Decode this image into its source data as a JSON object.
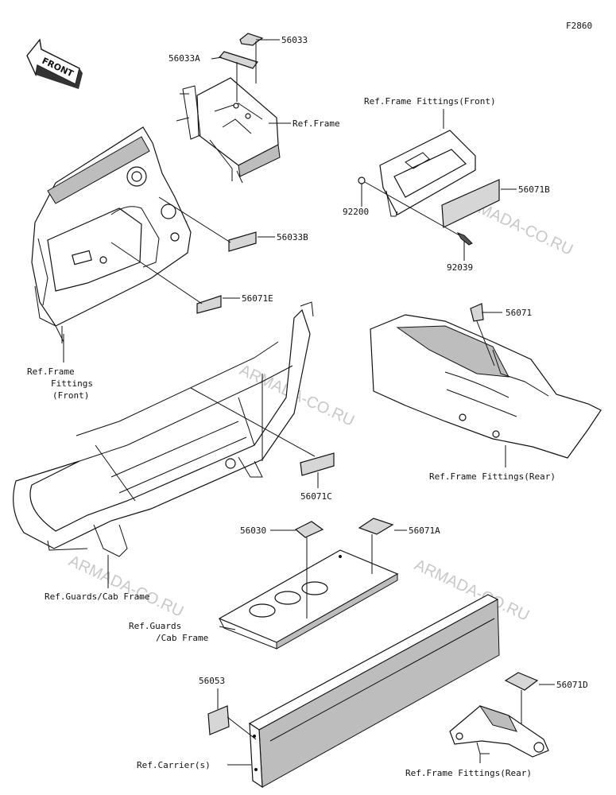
{
  "figure_code": "F2860",
  "front_arrow": "FRONT",
  "watermark": "ARMADA-CO.RU",
  "labels": {
    "p56033": "56033",
    "p56033A": "56033A",
    "ref_frame": "Ref.Frame",
    "ref_frame_fittings_front_top": "Ref.Frame Fittings(Front)",
    "p92200": "92200",
    "p56071B": "56071B",
    "p92039": "92039",
    "p56033B": "56033B",
    "p56071E": "56071E",
    "ref_ff_front_left_1": "Ref.Frame",
    "ref_ff_front_left_2": "Fittings",
    "ref_ff_front_left_3": "(Front)",
    "p56071": "56071",
    "ref_ff_rear_mid": "Ref.Frame Fittings(Rear)",
    "p56071C": "56071C",
    "p56030": "56030",
    "p56071A": "56071A",
    "ref_guards_cab_1": "Ref.Guards/Cab Frame",
    "ref_guards_cab_2a": "Ref.Guards",
    "ref_guards_cab_2b": "/Cab Frame",
    "p56053": "56053",
    "p56071D": "56071D",
    "ref_carriers": "Ref.Carrier(s)",
    "ref_ff_rear_bottom": "Ref.Frame Fittings(Rear)"
  }
}
